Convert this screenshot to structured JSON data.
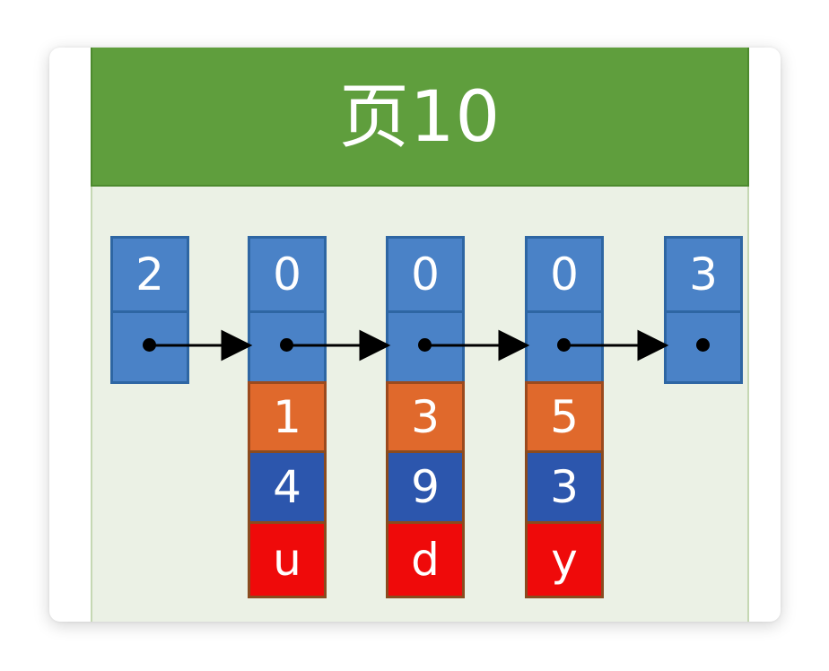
{
  "page": {
    "title": "页10"
  },
  "records": [
    {
      "id": "rec-1",
      "header": "2",
      "fields": []
    },
    {
      "id": "rec-2",
      "header": "0",
      "fields": [
        {
          "value": "1",
          "kind": "orange"
        },
        {
          "value": "4",
          "kind": "dblue"
        },
        {
          "value": "u",
          "kind": "red"
        }
      ]
    },
    {
      "id": "rec-3",
      "header": "0",
      "fields": [
        {
          "value": "3",
          "kind": "orange"
        },
        {
          "value": "9",
          "kind": "dblue"
        },
        {
          "value": "d",
          "kind": "red"
        }
      ]
    },
    {
      "id": "rec-4",
      "header": "0",
      "fields": [
        {
          "value": "5",
          "kind": "orange"
        },
        {
          "value": "3",
          "kind": "dblue"
        },
        {
          "value": "y",
          "kind": "red"
        }
      ]
    },
    {
      "id": "rec-5",
      "header": "3",
      "fields": []
    }
  ],
  "colors": {
    "header_green": "#5f9e3d",
    "page_bg": "#ebf1e5",
    "record_blue": "#4a82c7",
    "orange": "#e0692c",
    "dark_blue": "#2c56ad",
    "red": "#ef0a0a"
  }
}
